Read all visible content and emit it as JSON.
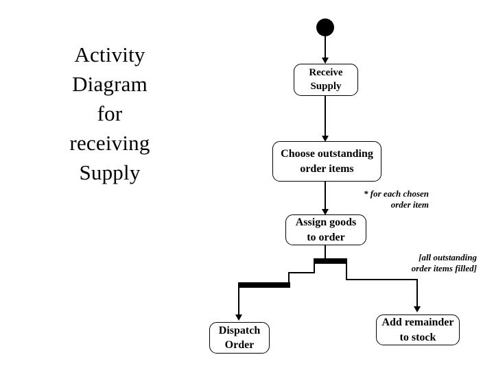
{
  "diagram": {
    "title": "Activity\nDiagram\nfor\nreceiving\nSupply",
    "initial_node": "initial-node",
    "nodes": [
      {
        "id": "receive-supply",
        "label": "Receive\nSupply"
      },
      {
        "id": "choose-items",
        "label": "Choose outstanding\norder items"
      },
      {
        "id": "assign-goods",
        "label": "Assign goods\nto order"
      },
      {
        "id": "dispatch-order",
        "label": "Dispatch\nOrder"
      },
      {
        "id": "add-remainder",
        "label": "Add remainder\nto stock"
      }
    ],
    "annotations": [
      {
        "id": "for-each",
        "text": "* for each chosen\norder item"
      },
      {
        "id": "guard",
        "text": "[all outstanding\norder items filled]"
      }
    ],
    "colors": {
      "line": "#000000",
      "node_fill": "#ffffff",
      "node_border": "#000000",
      "background": "#ffffff"
    }
  }
}
